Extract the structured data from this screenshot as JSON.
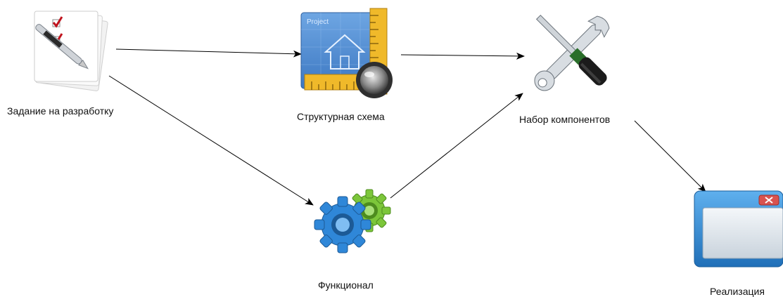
{
  "diagram": {
    "nodes": [
      {
        "id": "task",
        "label": "Задание на разработку",
        "icon": "checklist-document-icon"
      },
      {
        "id": "schema",
        "label": "Структурная схема",
        "icon": "blueprint-ruler-icon"
      },
      {
        "id": "components",
        "label": "Набор компонентов",
        "icon": "wrench-screwdriver-icon"
      },
      {
        "id": "functional",
        "label": "Функционал",
        "icon": "gears-icon"
      },
      {
        "id": "implementation",
        "label": "Реализация",
        "icon": "window-icon"
      }
    ],
    "edges": [
      {
        "from": "task",
        "to": "schema"
      },
      {
        "from": "schema",
        "to": "components"
      },
      {
        "from": "task",
        "to": "functional"
      },
      {
        "from": "functional",
        "to": "components"
      },
      {
        "from": "components",
        "to": "implementation"
      }
    ],
    "icon_texts": {
      "blueprint_title": "Project"
    },
    "colors": {
      "edge": "#000000",
      "check": "#c0141e",
      "blueprint": "#3f7fc9",
      "ruler": "#f0b92a",
      "gear_blue": "#2f87d8",
      "gear_green": "#7cc63a",
      "window": "#3a8fd6",
      "close": "#d9534f"
    }
  }
}
